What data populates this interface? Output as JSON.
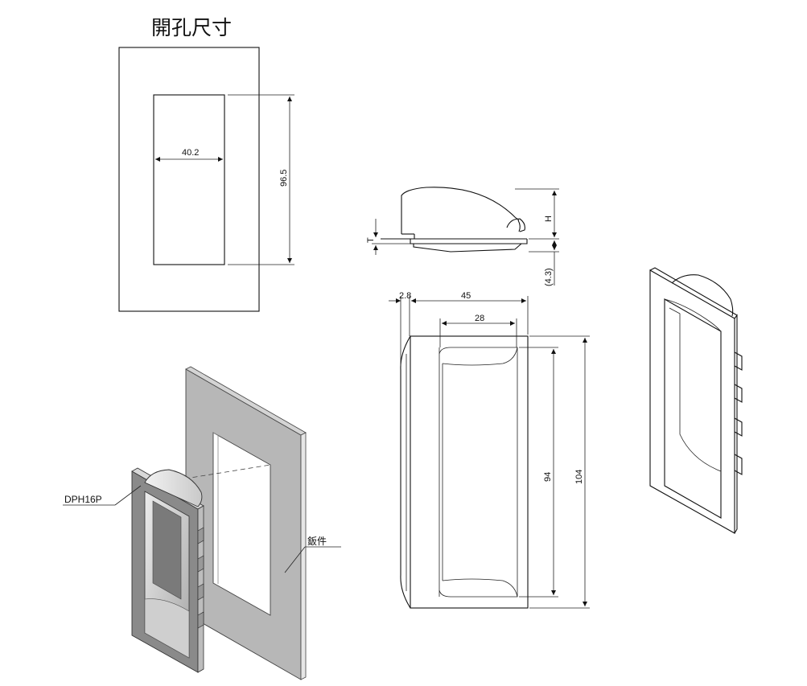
{
  "title": "開孔尺寸",
  "cutout": {
    "width_dim": "40.2",
    "height_dim": "96.5"
  },
  "side_view": {
    "h_dim": "H",
    "t_dim": "T",
    "offset_dim": "(4.3)"
  },
  "front_view": {
    "flange_dim": "2.8",
    "width_dim": "45",
    "inner_width_dim": "28",
    "inner_height_dim": "94",
    "height_dim": "104"
  },
  "callouts": {
    "part_label": "DPH16P",
    "panel_label": "鈑件"
  },
  "colors": {
    "panel_fill": "#b7b7b7",
    "handle_dark": "#8a8a8a",
    "handle_mid": "#a6a6a6",
    "handle_light": "#d9d9d9",
    "line": "#111111"
  }
}
